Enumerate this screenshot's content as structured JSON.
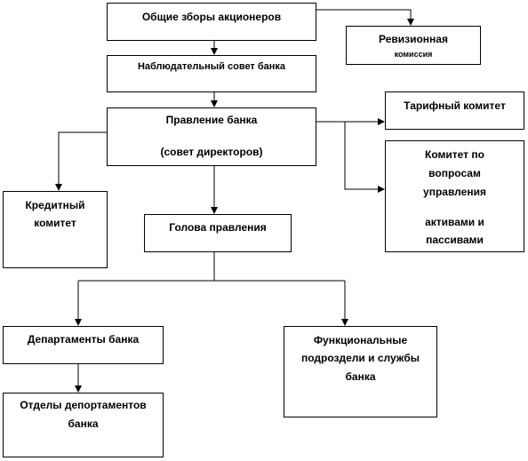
{
  "nodes": {
    "general_meeting": "Общие зборы акционеров",
    "audit_commission_line1": "Ревизионная",
    "audit_commission_line2": "комиссия",
    "supervisory_board": "Наблюдательный совет банка",
    "management_board_line1": "Правление банка",
    "management_board_line2": "(совет директоров)",
    "tariff_committee": "Тарифный комитет",
    "alco_line1": "Комитет по",
    "alco_line2": "вопросам",
    "alco_line3": "управления",
    "alco_line4": "активами и",
    "alco_line5": "пассивами",
    "credit_committee_line1": "Кредитный",
    "credit_committee_line2": "комитет",
    "chairman": "Голова правления",
    "departments": "Департаменты банка",
    "functional_units_line1": "Функциональные",
    "functional_units_line2": "подроздели и службы",
    "functional_units_line3": "банка",
    "department_sections_line1": "Отделы депортаментов",
    "department_sections_line2": "банка"
  }
}
